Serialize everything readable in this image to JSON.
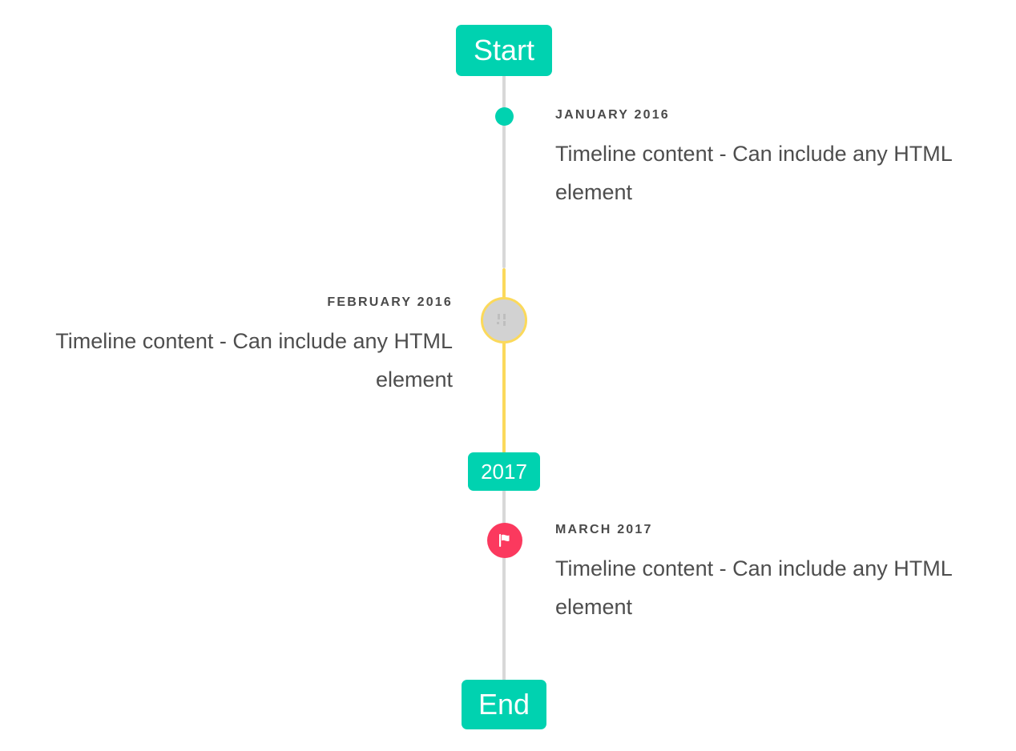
{
  "timeline": {
    "start_badge": {
      "label": "Start"
    },
    "year_badge": {
      "label": "2017"
    },
    "end_badge": {
      "label": "End"
    },
    "entries": [
      {
        "label": "JANUARY 2016",
        "body": "Timeline content - Can include any HTML element",
        "side": "right",
        "marker": "dot-marker",
        "marker_color": "#00d2b0"
      },
      {
        "label": "FEBRUARY 2016",
        "body": "Timeline content - Can include any HTML element",
        "side": "left",
        "marker": "broken-image-icon",
        "marker_color": "#fbd95b"
      },
      {
        "label": "MARCH 2017",
        "body": "Timeline content - Can include any HTML element",
        "side": "right",
        "marker": "flag-icon",
        "marker_color": "#fb395e"
      }
    ],
    "colors": {
      "accent_teal": "#00d2b0",
      "rail_gray": "#d8d8d8",
      "rail_yellow": "#fbd95b",
      "marker_pink": "#fb395e",
      "marker_gray": "#d2d2d2",
      "text": "#4a4a4a",
      "background": "#ffffff"
    }
  }
}
